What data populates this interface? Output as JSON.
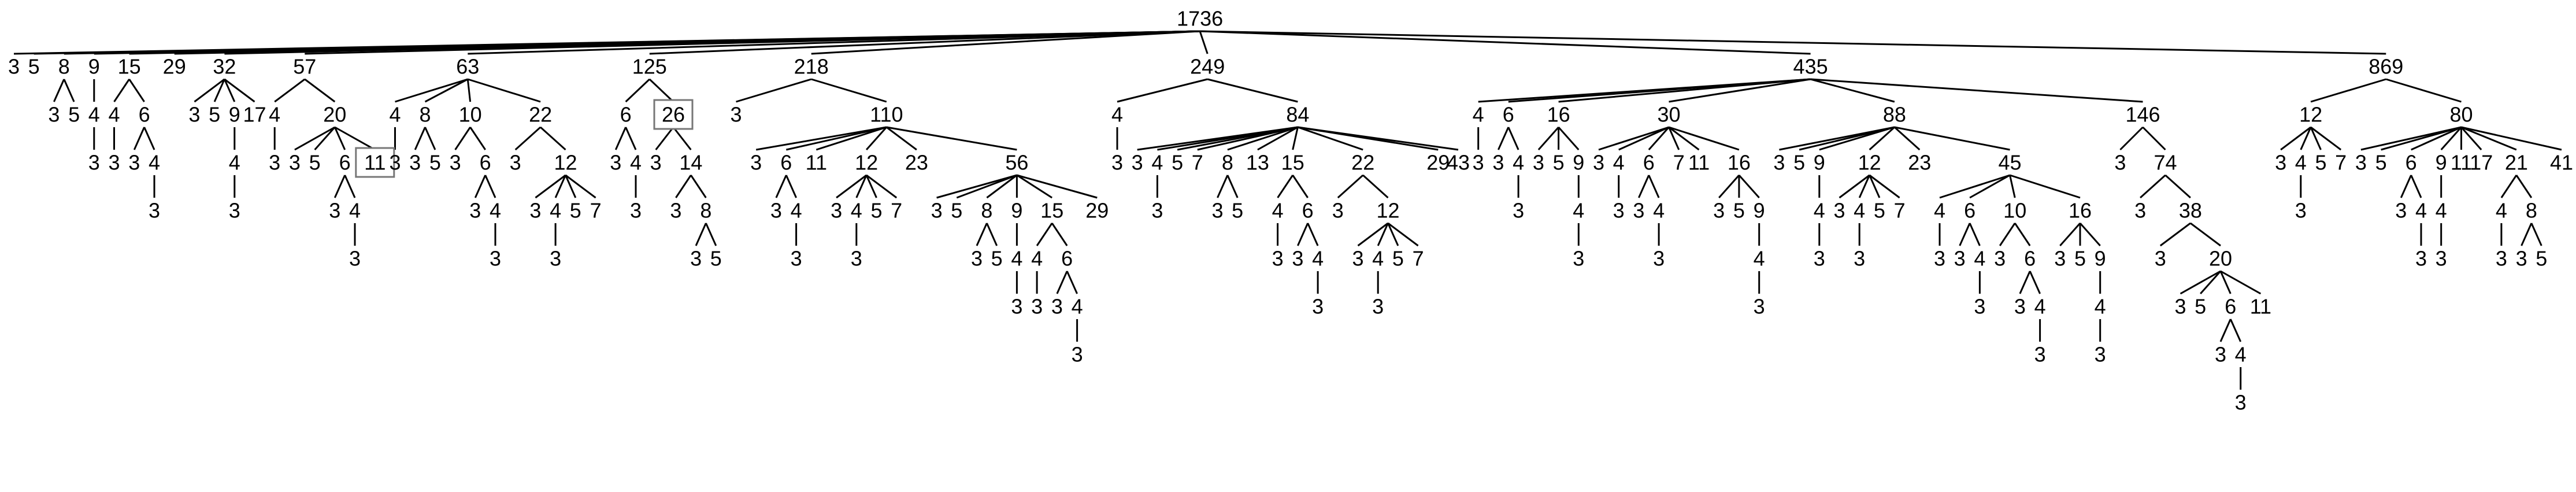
{
  "tree": {
    "v": "1736",
    "c": [
      {
        "v": "3"
      },
      {
        "v": "5"
      },
      {
        "v": "8",
        "c": [
          {
            "v": "3"
          },
          {
            "v": "5"
          }
        ]
      },
      {
        "v": "9",
        "c": [
          {
            "v": "4",
            "c": [
              {
                "v": "3"
              }
            ]
          }
        ]
      },
      {
        "v": "15",
        "c": [
          {
            "v": "4",
            "c": [
              {
                "v": "3"
              }
            ]
          },
          {
            "v": "6",
            "c": [
              {
                "v": "3"
              },
              {
                "v": "4",
                "c": [
                  {
                    "v": "3"
                  }
                ]
              }
            ]
          }
        ]
      },
      {
        "v": "29"
      },
      {
        "v": "32",
        "c": [
          {
            "v": "3"
          },
          {
            "v": "5"
          },
          {
            "v": "9",
            "c": [
              {
                "v": "4",
                "c": [
                  {
                    "v": "3"
                  }
                ]
              }
            ]
          },
          {
            "v": "17"
          }
        ]
      },
      {
        "v": "57",
        "c": [
          {
            "v": "4",
            "c": [
              {
                "v": "3"
              }
            ]
          },
          {
            "v": "20",
            "c": [
              {
                "v": "3"
              },
              {
                "v": "5"
              },
              {
                "v": "6",
                "c": [
                  {
                    "v": "3"
                  },
                  {
                    "v": "4",
                    "c": [
                      {
                        "v": "3"
                      }
                    ]
                  }
                ]
              },
              {
                "v": "11",
                "boxed": true
              }
            ]
          }
        ]
      },
      {
        "v": "63",
        "c": [
          {
            "v": "4",
            "c": [
              {
                "v": "3"
              }
            ]
          },
          {
            "v": "8",
            "c": [
              {
                "v": "3"
              },
              {
                "v": "5"
              }
            ]
          },
          {
            "v": "10",
            "c": [
              {
                "v": "3"
              },
              {
                "v": "6",
                "c": [
                  {
                    "v": "3"
                  },
                  {
                    "v": "4",
                    "c": [
                      {
                        "v": "3"
                      }
                    ]
                  }
                ]
              }
            ]
          },
          {
            "v": "22",
            "c": [
              {
                "v": "3"
              },
              {
                "v": "12",
                "c": [
                  {
                    "v": "3"
                  },
                  {
                    "v": "4",
                    "c": [
                      {
                        "v": "3"
                      }
                    ]
                  },
                  {
                    "v": "5"
                  },
                  {
                    "v": "7"
                  }
                ]
              }
            ]
          }
        ]
      },
      {
        "v": "125",
        "c": [
          {
            "v": "6",
            "c": [
              {
                "v": "3"
              },
              {
                "v": "4",
                "c": [
                  {
                    "v": "3"
                  }
                ]
              }
            ]
          },
          {
            "v": "26",
            "boxed": true,
            "c": [
              {
                "v": "3"
              },
              {
                "v": "14",
                "c": [
                  {
                    "v": "3"
                  },
                  {
                    "v": "8",
                    "c": [
                      {
                        "v": "3"
                      },
                      {
                        "v": "5"
                      }
                    ]
                  }
                ]
              }
            ]
          }
        ]
      },
      {
        "v": "218",
        "c": [
          {
            "v": "3"
          },
          {
            "v": "110",
            "c": [
              {
                "v": "3"
              },
              {
                "v": "6",
                "c": [
                  {
                    "v": "3"
                  },
                  {
                    "v": "4",
                    "c": [
                      {
                        "v": "3"
                      }
                    ]
                  }
                ]
              },
              {
                "v": "11"
              },
              {
                "v": "12",
                "c": [
                  {
                    "v": "3"
                  },
                  {
                    "v": "4",
                    "c": [
                      {
                        "v": "3"
                      }
                    ]
                  },
                  {
                    "v": "5"
                  },
                  {
                    "v": "7"
                  }
                ]
              },
              {
                "v": "23"
              },
              {
                "v": "56",
                "c": [
                  {
                    "v": "3"
                  },
                  {
                    "v": "5"
                  },
                  {
                    "v": "8",
                    "c": [
                      {
                        "v": "3"
                      },
                      {
                        "v": "5"
                      }
                    ]
                  },
                  {
                    "v": "9",
                    "c": [
                      {
                        "v": "4",
                        "c": [
                          {
                            "v": "3"
                          }
                        ]
                      }
                    ]
                  },
                  {
                    "v": "15",
                    "c": [
                      {
                        "v": "4",
                        "c": [
                          {
                            "v": "3"
                          }
                        ]
                      },
                      {
                        "v": "6",
                        "c": [
                          {
                            "v": "3"
                          },
                          {
                            "v": "4",
                            "c": [
                              {
                                "v": "3"
                              }
                            ]
                          }
                        ]
                      }
                    ]
                  },
                  {
                    "v": "29"
                  }
                ]
              }
            ]
          }
        ]
      },
      {
        "v": "249",
        "c": [
          {
            "v": "4",
            "c": [
              {
                "v": "3"
              }
            ]
          },
          {
            "v": "84",
            "c": [
              {
                "v": "3"
              },
              {
                "v": "4",
                "c": [
                  {
                    "v": "3"
                  }
                ]
              },
              {
                "v": "5"
              },
              {
                "v": "7"
              },
              {
                "v": "8",
                "c": [
                  {
                    "v": "3"
                  },
                  {
                    "v": "5"
                  }
                ]
              },
              {
                "v": "13"
              },
              {
                "v": "15",
                "c": [
                  {
                    "v": "4",
                    "c": [
                      {
                        "v": "3"
                      }
                    ]
                  },
                  {
                    "v": "6",
                    "c": [
                      {
                        "v": "3"
                      },
                      {
                        "v": "4",
                        "c": [
                          {
                            "v": "3"
                          }
                        ]
                      }
                    ]
                  }
                ]
              },
              {
                "v": "22",
                "c": [
                  {
                    "v": "3"
                  },
                  {
                    "v": "12",
                    "c": [
                      {
                        "v": "3"
                      },
                      {
                        "v": "4",
                        "c": [
                          {
                            "v": "3"
                          }
                        ]
                      },
                      {
                        "v": "5"
                      },
                      {
                        "v": "7"
                      }
                    ]
                  }
                ]
              },
              {
                "v": "29"
              },
              {
                "v": "43"
              }
            ]
          }
        ]
      },
      {
        "v": "435",
        "c": [
          {
            "v": "4",
            "c": [
              {
                "v": "3"
              }
            ]
          },
          {
            "v": "6",
            "c": [
              {
                "v": "3"
              },
              {
                "v": "4",
                "c": [
                  {
                    "v": "3"
                  }
                ]
              }
            ]
          },
          {
            "v": "16",
            "c": [
              {
                "v": "3"
              },
              {
                "v": "5"
              },
              {
                "v": "9",
                "c": [
                  {
                    "v": "4",
                    "c": [
                      {
                        "v": "3"
                      }
                    ]
                  }
                ]
              }
            ]
          },
          {
            "v": "30",
            "c": [
              {
                "v": "3"
              },
              {
                "v": "4",
                "c": [
                  {
                    "v": "3"
                  }
                ]
              },
              {
                "v": "6",
                "c": [
                  {
                    "v": "3"
                  },
                  {
                    "v": "4",
                    "c": [
                      {
                        "v": "3"
                      }
                    ]
                  }
                ]
              },
              {
                "v": "7"
              },
              {
                "v": "11"
              },
              {
                "v": "16",
                "c": [
                  {
                    "v": "3"
                  },
                  {
                    "v": "5"
                  },
                  {
                    "v": "9",
                    "c": [
                      {
                        "v": "4",
                        "c": [
                          {
                            "v": "3"
                          }
                        ]
                      }
                    ]
                  }
                ]
              }
            ]
          },
          {
            "v": "88",
            "c": [
              {
                "v": "3"
              },
              {
                "v": "5"
              },
              {
                "v": "9",
                "c": [
                  {
                    "v": "4",
                    "c": [
                      {
                        "v": "3"
                      }
                    ]
                  }
                ]
              },
              {
                "v": "12",
                "c": [
                  {
                    "v": "3"
                  },
                  {
                    "v": "4",
                    "c": [
                      {
                        "v": "3"
                      }
                    ]
                  },
                  {
                    "v": "5"
                  },
                  {
                    "v": "7"
                  }
                ]
              },
              {
                "v": "23"
              },
              {
                "v": "45",
                "c": [
                  {
                    "v": "4",
                    "c": [
                      {
                        "v": "3"
                      }
                    ]
                  },
                  {
                    "v": "6",
                    "c": [
                      {
                        "v": "3"
                      },
                      {
                        "v": "4",
                        "c": [
                          {
                            "v": "3"
                          }
                        ]
                      }
                    ]
                  },
                  {
                    "v": "10",
                    "c": [
                      {
                        "v": "3"
                      },
                      {
                        "v": "6",
                        "c": [
                          {
                            "v": "3"
                          },
                          {
                            "v": "4",
                            "c": [
                              {
                                "v": "3"
                              }
                            ]
                          }
                        ]
                      }
                    ]
                  },
                  {
                    "v": "16",
                    "c": [
                      {
                        "v": "3"
                      },
                      {
                        "v": "5"
                      },
                      {
                        "v": "9",
                        "c": [
                          {
                            "v": "4",
                            "c": [
                              {
                                "v": "3"
                              }
                            ]
                          }
                        ]
                      }
                    ]
                  }
                ]
              }
            ]
          },
          {
            "v": "146",
            "c": [
              {
                "v": "3"
              },
              {
                "v": "74",
                "c": [
                  {
                    "v": "3"
                  },
                  {
                    "v": "38",
                    "c": [
                      {
                        "v": "3"
                      },
                      {
                        "v": "20",
                        "c": [
                          {
                            "v": "3"
                          },
                          {
                            "v": "5"
                          },
                          {
                            "v": "6",
                            "c": [
                              {
                                "v": "3"
                              },
                              {
                                "v": "4",
                                "c": [
                                  {
                                    "v": "3"
                                  }
                                ]
                              }
                            ]
                          },
                          {
                            "v": "11"
                          }
                        ]
                      }
                    ]
                  }
                ]
              }
            ]
          }
        ]
      },
      {
        "v": "869",
        "c": [
          {
            "v": "12",
            "c": [
              {
                "v": "3"
              },
              {
                "v": "4",
                "c": [
                  {
                    "v": "3"
                  }
                ]
              },
              {
                "v": "5"
              },
              {
                "v": "7"
              }
            ]
          },
          {
            "v": "80",
            "c": [
              {
                "v": "3"
              },
              {
                "v": "5"
              },
              {
                "v": "6",
                "c": [
                  {
                    "v": "3"
                  },
                  {
                    "v": "4",
                    "c": [
                      {
                        "v": "3"
                      }
                    ]
                  }
                ]
              },
              {
                "v": "9",
                "c": [
                  {
                    "v": "4",
                    "c": [
                      {
                        "v": "3"
                      }
                    ]
                  }
                ]
              },
              {
                "v": "11"
              },
              {
                "v": "17"
              },
              {
                "v": "21",
                "c": [
                  {
                    "v": "4",
                    "c": [
                      {
                        "v": "3"
                      }
                    ]
                  },
                  {
                    "v": "8",
                    "c": [
                      {
                        "v": "3"
                      },
                      {
                        "v": "5"
                      }
                    ]
                  }
                ]
              },
              {
                "v": "41"
              }
            ]
          }
        ]
      }
    ]
  }
}
